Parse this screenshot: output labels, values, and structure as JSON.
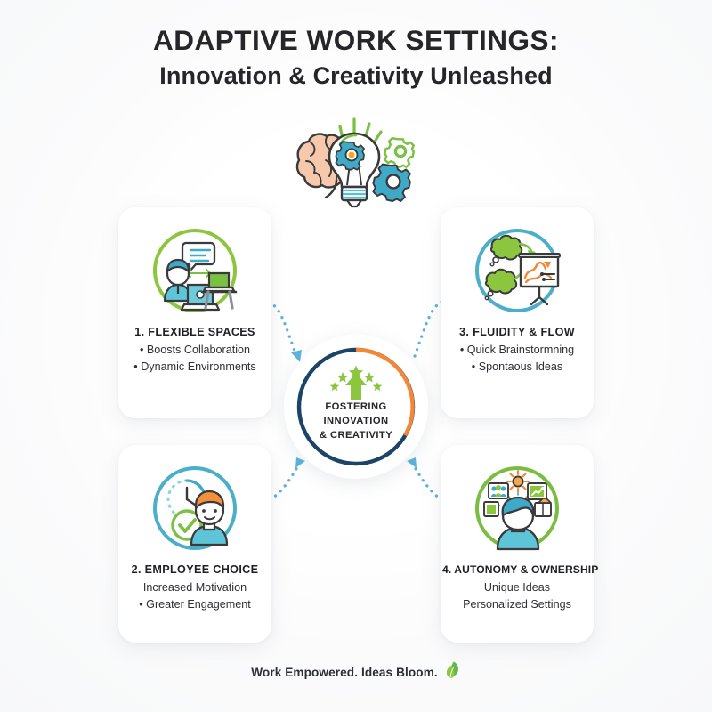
{
  "title": {
    "main": "ADAPTIVE WORK SETTINGS:",
    "sub": "Innovation & Creativity Unleashed"
  },
  "hero_icon": {
    "name": "brain-lightbulb-gears-icon"
  },
  "hub": {
    "icon": "green-up-arrow-with-stars-icon",
    "line1": "FOSTERING",
    "line2": "INNOVATION",
    "line3": "& CREATIVITY",
    "ring_color": "#1c4466",
    "accent_arc_color": "#f58634"
  },
  "cards": [
    {
      "icon": "collaboration-desk-chat-icon",
      "ring_color": "#8cc63f",
      "heading": "1. FLEXIBLE SPACES",
      "lines": [
        "• Boosts Collaboration",
        "• Dynamic Environments"
      ]
    },
    {
      "icon": "clock-checkmark-person-icon",
      "ring_color": "#4bafc8",
      "heading": "2. EMPLOYEE CHOICE",
      "lines": [
        "Increased Motivation",
        "• Greater Engagement"
      ]
    },
    {
      "icon": "thought-clouds-presentation-board-icon",
      "ring_color": "#4bafc8",
      "heading": "3. FLUIDITY & FLOW",
      "lines": [
        "• Quick Brainstormning",
        "• Spontaous Ideas"
      ]
    },
    {
      "icon": "person-radiating-ideas-icon",
      "ring_color": "#7bbd42",
      "heading": "4. AUTONOMY & OWNERSHIP",
      "lines": [
        "Unique Ideas",
        "Personalized Settings"
      ]
    }
  ],
  "connectors": {
    "top_left": {
      "name": "connector-hub-to-flexible-spaces",
      "color": "#5cb3dd",
      "arrowheads": "both"
    },
    "top_right": {
      "name": "connector-hub-to-fluidity-flow",
      "color": "#5cb3dd",
      "arrow_end_color": "#f58634",
      "arrowheads": "end"
    },
    "bottom_left": {
      "name": "connector-hub-to-employee-choice",
      "color": "#5cb3dd",
      "arrowheads": "both"
    },
    "bottom_right": {
      "name": "connector-hub-to-autonomy-ownership",
      "color": "#5cb3dd",
      "arrowheads": "both"
    }
  },
  "footer": {
    "text": "Work Empowered. Ideas Bloom.",
    "icon": "green-leaf-icon"
  },
  "colors": {
    "green": "#8cc63f",
    "teal": "#4bafc8",
    "orange": "#f58634",
    "navy": "#1c4466",
    "ink": "#26262a",
    "background": "#ffffff"
  }
}
